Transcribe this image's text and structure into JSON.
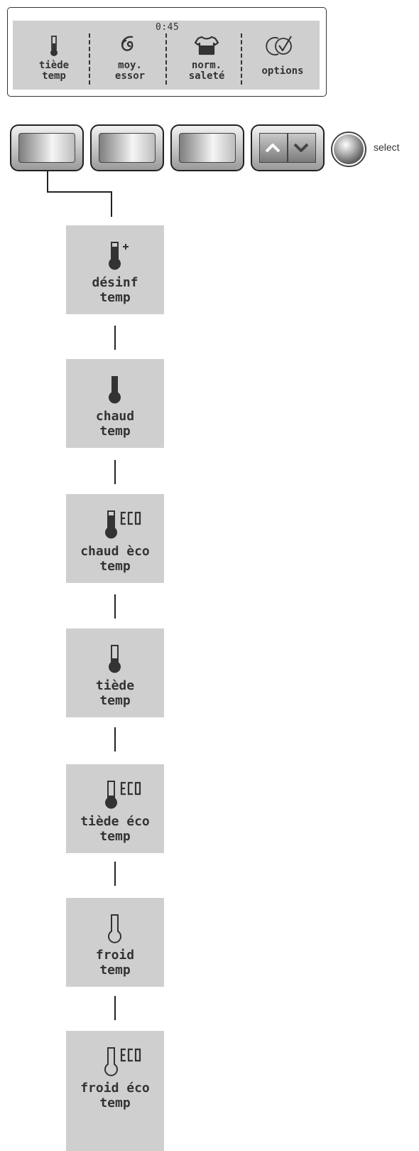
{
  "display": {
    "timer": "0:45",
    "segments": [
      {
        "icon": "thermometer-icon",
        "label": "tiède\ntemp"
      },
      {
        "icon": "spiral-spin-icon",
        "label": "moy.\nessor"
      },
      {
        "icon": "tshirt-soil-icon",
        "label": "norm.\nsaleté"
      },
      {
        "icon": "options-check-icon",
        "label": "options"
      }
    ]
  },
  "controls": {
    "select_label": "select",
    "up_icon": "chevron-up-icon",
    "down_icon": "chevron-down-icon"
  },
  "sequence": [
    {
      "icon": "thermometer-plus-icon",
      "label": "désinf\ntemp"
    },
    {
      "icon": "thermometer-full-icon",
      "label": "chaud\ntemp"
    },
    {
      "icon": "thermometer-eco-icon",
      "label": "chaud èco\ntemp"
    },
    {
      "icon": "thermometer-half-icon",
      "label": "tiède\ntemp"
    },
    {
      "icon": "thermometer-half-eco-icon",
      "label": "tiède éco\ntemp"
    },
    {
      "icon": "thermometer-empty-icon",
      "label": "froid\ntemp"
    },
    {
      "icon": "thermometer-empty-eco-icon",
      "label": "froid éco\ntemp"
    }
  ]
}
